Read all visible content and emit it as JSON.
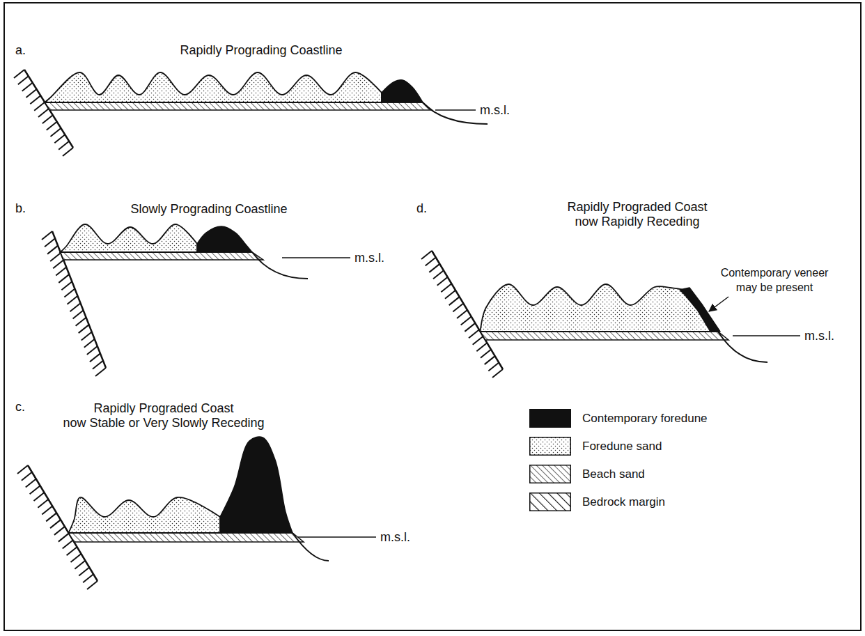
{
  "diagram": {
    "labels": [
      "a.",
      "Rapidly Prograding Coastline",
      "m.s.l.",
      "b.",
      "Slowly Prograding Coastline",
      "m.s.l.",
      "d.",
      "Rapidly Prograded Coast now Rapidly Receding",
      "Contemporary veneer may be present",
      "m.s.l.",
      "c.",
      "Rapidly Prograded Coast now Stable or Very Slowly Receding",
      "m.s.l."
    ],
    "legend": [
      {
        "text": "Contemporary foredune",
        "color": "#111111"
      },
      {
        "text": "Foredune sand"
      },
      {
        "text": "Beach sand"
      },
      {
        "text": "Bedrock margin"
      }
    ]
  }
}
